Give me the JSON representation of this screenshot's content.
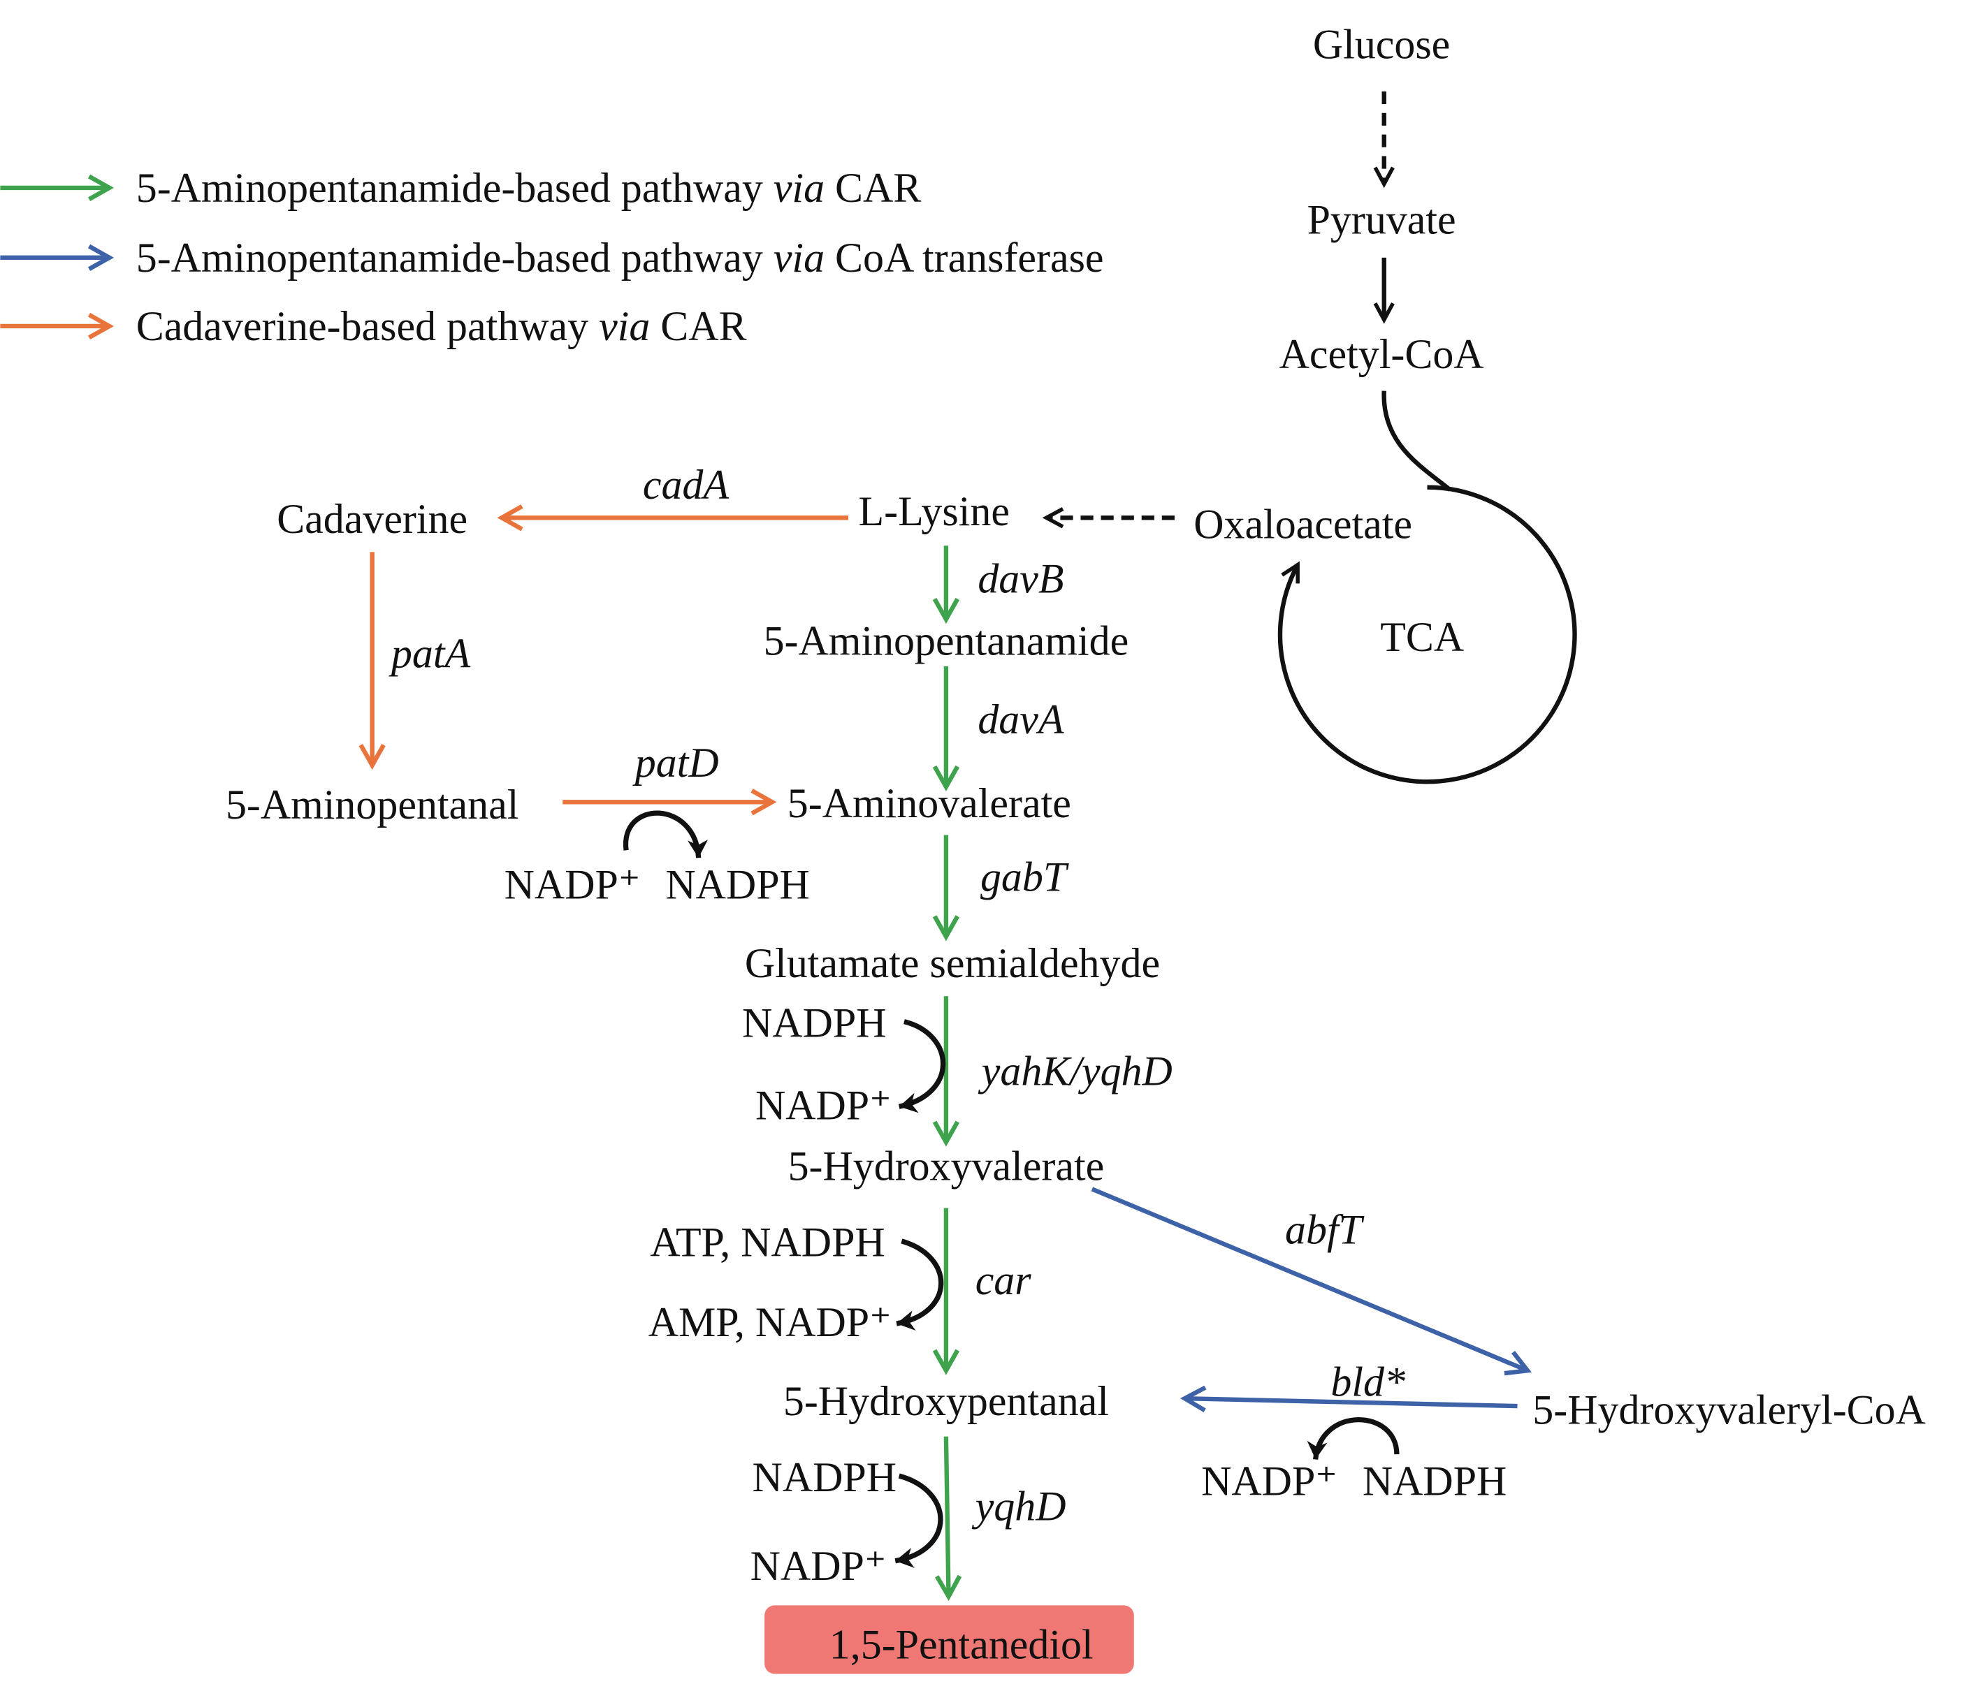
{
  "colors": {
    "green": "#3fa34d",
    "blue": "#3d62a8",
    "orange": "#e8743b",
    "black": "#111111",
    "product_box": "#ef7875"
  },
  "legend": [
    {
      "color": "green",
      "prefix": "5-Aminopentanamide-based pathway ",
      "italic": "via",
      "suffix": " CAR"
    },
    {
      "color": "blue",
      "prefix": "5-Aminopentanamide-based pathway ",
      "italic": "via",
      "suffix": " CoA transferase"
    },
    {
      "color": "orange",
      "prefix": "Cadaverine-based pathway ",
      "italic": "via",
      "suffix": " CAR"
    }
  ],
  "metabolites": {
    "glucose": "Glucose",
    "pyruvate": "Pyruvate",
    "acetyl_coa": "Acetyl-CoA",
    "oxaloacetate": "Oxaloacetate",
    "tca": "TCA",
    "l_lysine": "L-Lysine",
    "cadaverine": "Cadaverine",
    "aminopentanal": "5-Aminopentanal",
    "aminopentanamide": "5-Aminopentanamide",
    "aminovalerate": "5-Aminovalerate",
    "glutamate_semialdehyde": "Glutamate semialdehyde",
    "hydroxyvalerate": "5-Hydroxyvalerate",
    "hydroxypentanal": "5-Hydroxypentanal",
    "hydroxyvaleryl_coa": "5-Hydroxyvaleryl-CoA",
    "pentanediol": "1,5-Pentanediol"
  },
  "enzymes": {
    "cadA": "cadA",
    "patA": "patA",
    "patD": "patD",
    "davB": "davB",
    "davA": "davA",
    "gabT": "gabT",
    "yahK_yqhD": "yahK/yqhD",
    "car": "car",
    "abfT": "abfT",
    "bld": "bld*",
    "yqhD": "yqhD"
  },
  "cofactors": {
    "patD_in": "NADP⁺",
    "patD_out": "NADPH",
    "yahK_in": "NADPH",
    "yahK_out": "NADP⁺",
    "car_in": "ATP, NADPH",
    "car_out": "AMP, NADP⁺",
    "bld_out": "NADP⁺",
    "bld_in": "NADPH",
    "yqhD_in": "NADPH",
    "yqhD_out": "NADP⁺"
  }
}
